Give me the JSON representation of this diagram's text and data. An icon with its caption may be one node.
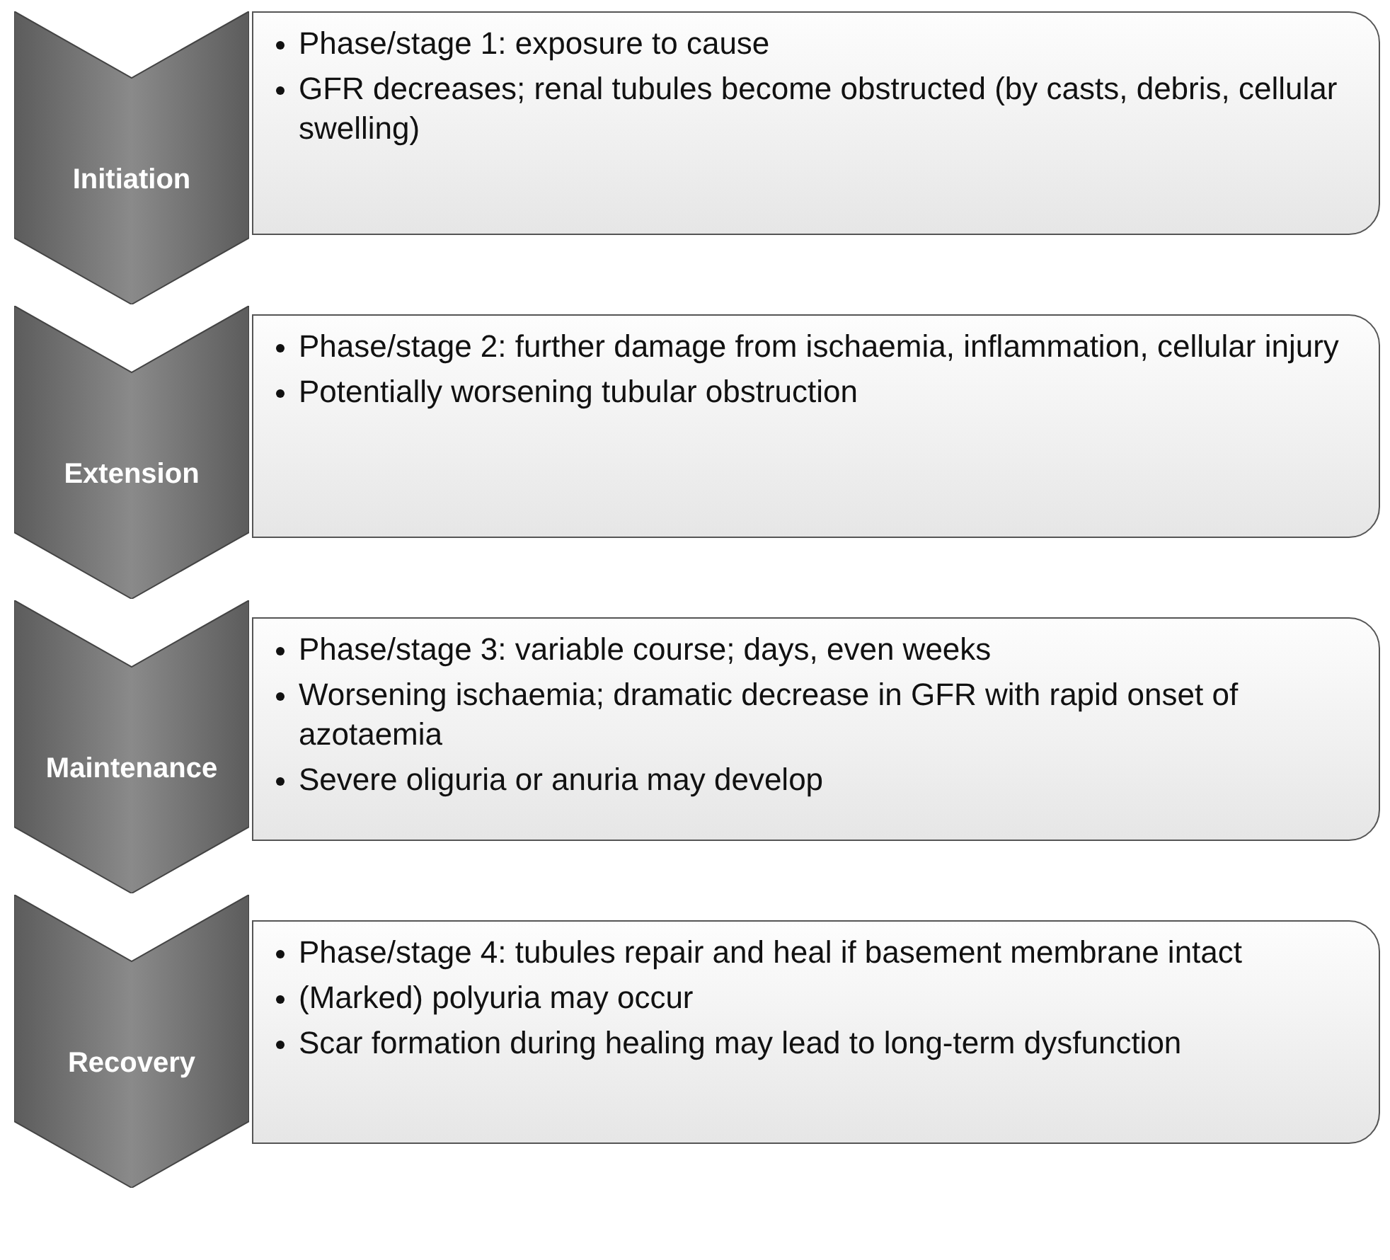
{
  "diagram": {
    "nodes": [
      {
        "text": [
          "Initiation"
        ]
      },
      {
        "text": [
          "Phase/stage 1: exposure to cause",
          "GFR decreases; renal tubules become obstructed (by casts, debris, cellular swelling)"
        ]
      },
      {
        "text": [
          "Extension"
        ]
      },
      {
        "text": [
          "Phase/stage 2: further damage from ischaemia, inflammation, cellular injury",
          "Potentially worsening tubular obstruction"
        ]
      },
      {
        "text": [
          "Maintenance"
        ]
      },
      {
        "text": [
          "Phase/stage 3: variable course; days, even weeks",
          "Worsening ischaemia; dramatic decrease in GFR with rapid onset of azotaemia",
          "Severe oliguria or anuria may develop"
        ]
      },
      {
        "text": [
          "Recovery"
        ]
      },
      {
        "text": [
          "Phase/stage 4: tubules repair and heal if basement membrane intact",
          "(Marked) polyuria may occur",
          "Scar formation during healing may lead to long-term dysfunction"
        ]
      }
    ]
  }
}
